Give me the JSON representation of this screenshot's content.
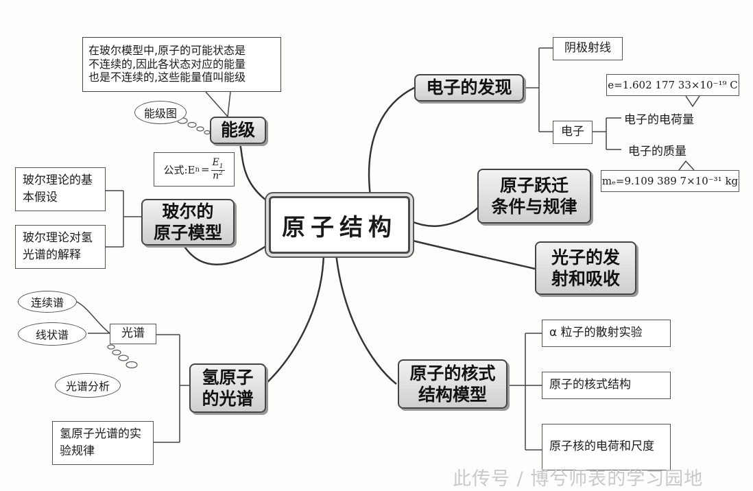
{
  "center_title": "原子结构",
  "branches": {
    "energy_level": {
      "title": "能级",
      "callout": [
        "在玻尔模型中,原子的可能状态是",
        "不连续的,因此各状态对应的能量",
        "也是不连续的,这些能量值叫能级"
      ],
      "thought": "能级图",
      "formula_prefix": "公式:E",
      "formula_sub": "n",
      "formula_eq": "=",
      "formula_num": "E",
      "formula_num_sub": "1",
      "formula_den": "n",
      "formula_den_sup": "2"
    },
    "bohr_model": {
      "title_lines": [
        "玻尔的",
        "原子模型"
      ],
      "items": [
        "玻尔理论的基本假设",
        "玻尔理论对氢光谱的解释"
      ]
    },
    "hydrogen_spectrum": {
      "title_lines": [
        "氢原子",
        "的光谱"
      ],
      "spectrum": "光谱",
      "spectrum_types": [
        "连续谱",
        "线状谱"
      ],
      "thought": "光谱分析",
      "rule": "氢原子光谱的实验规律"
    },
    "electron_discovery": {
      "title": "电子的发现",
      "cathode": "阴极射线",
      "electron": "电子",
      "charge_label": "电子的电荷量",
      "mass_label": "电子的质量",
      "charge_value": "e=1.602 177 33×10⁻¹⁹ C",
      "mass_value": "mₑ=9.109 389 7×10⁻³¹ kg"
    },
    "transition": {
      "title_lines": [
        "原子跃迁",
        "条件与规律"
      ]
    },
    "photon": {
      "title_lines": [
        "光子的发",
        "射和吸收"
      ]
    },
    "nuclear_model": {
      "title_lines": [
        "原子的核式",
        "结构模型"
      ],
      "items": [
        "α 粒子的散射实验",
        "原子的核式结构",
        "原子核的电荷和尺度"
      ]
    }
  },
  "watermark": "此传号 / 博兮师表的学习园地"
}
